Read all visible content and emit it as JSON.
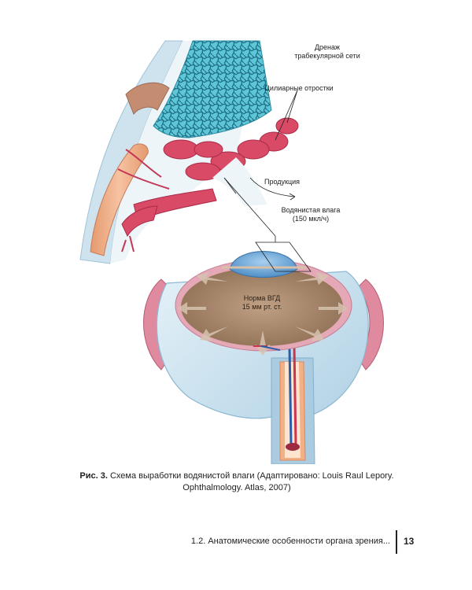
{
  "figure": {
    "labels": {
      "drainage": "Дренаж\nтрабекулярной сети",
      "ciliary": "Цилиарные отростки",
      "production": "Продукция",
      "aqueous": "Водянистая влага\n(150 мкл/ч)",
      "iop": "Норма ВГД\n15 мм рт. ст."
    },
    "colors": {
      "trabecular": "#5ec6d6",
      "ciliary": "#d94a66",
      "chamber": "#a8866a",
      "sclera": "#b9d9ea",
      "cornea": "#6aa7d6"
    }
  },
  "caption": {
    "prefix": "Рис. 3.",
    "text": " Схема выработки водянистой влаги (Адаптировано: Louis Raul Lepory. Ophthalmology. Atlas, 2007)"
  },
  "footer": {
    "section_title": "1.2. Анатомические особенности органа зрения...",
    "page_number": "13"
  }
}
